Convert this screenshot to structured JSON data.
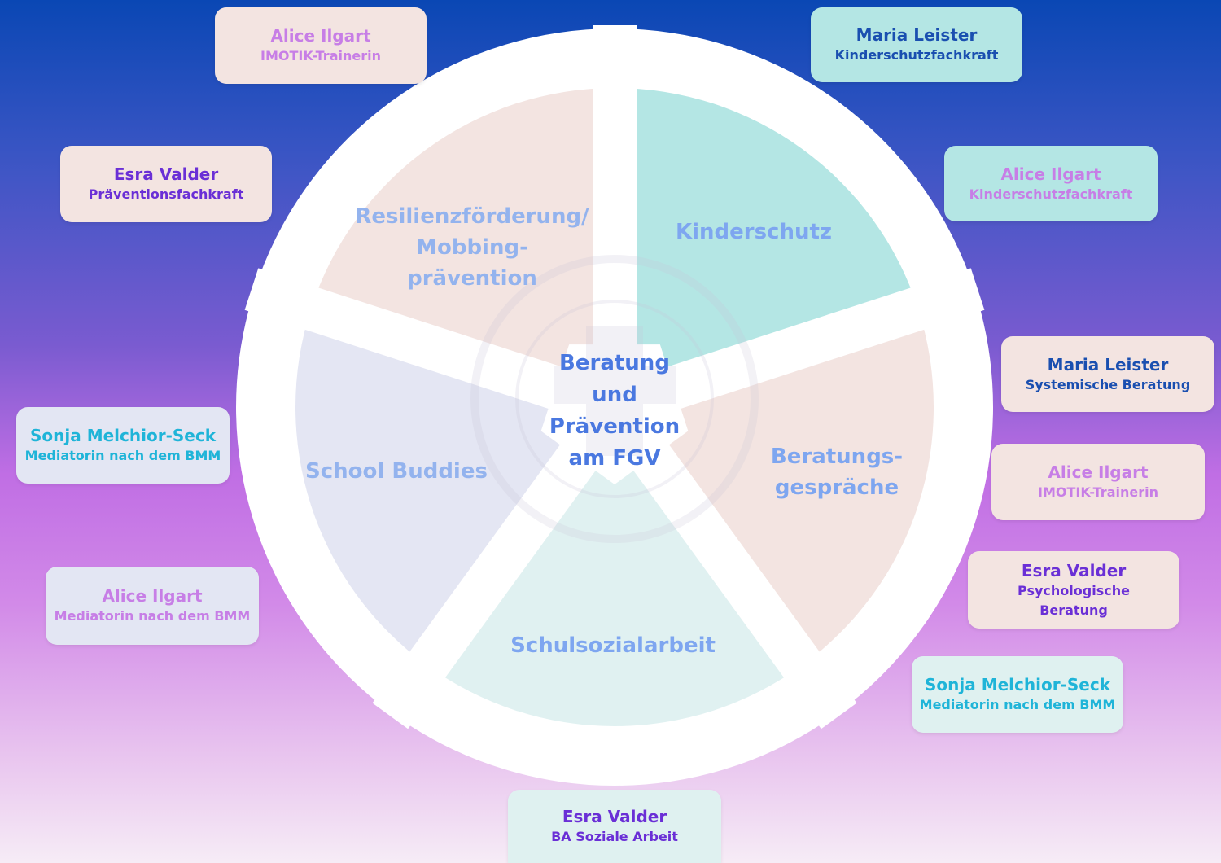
{
  "center": {
    "lines": [
      "Beratung",
      "und",
      "Prävention",
      "am FGV"
    ]
  },
  "segments": [
    {
      "key": "resilienz",
      "lines": [
        "Resilienzförderung/",
        "Mobbing-",
        "prävention"
      ],
      "fill": "#f3e4e1",
      "text_color": "#93b3ee"
    },
    {
      "key": "kinderschutz",
      "lines": [
        "Kinderschutz"
      ],
      "fill": "#b4e6e4",
      "text_color": "#7ea6f0"
    },
    {
      "key": "beratung",
      "lines": [
        "Beratungs-",
        "gespräche"
      ],
      "fill": "#f3e4e1",
      "text_color": "#7ea6f0"
    },
    {
      "key": "schulsozial",
      "lines": [
        "Schulsozialarbeit"
      ],
      "fill": "#e0f1f1",
      "text_color": "#7ea6f0"
    },
    {
      "key": "buddies",
      "lines": [
        "School Buddies"
      ],
      "fill": "#e4e6f3",
      "text_color": "#93b3ee"
    }
  ],
  "cards": [
    {
      "key": "c1",
      "name": "Alice Ilgart",
      "role": "IMOTIK-Trainerin",
      "color": "#c77ee6",
      "bg": "peach"
    },
    {
      "key": "c2",
      "name": "Maria Leister",
      "role": "Kinderschutzfachkraft",
      "color": "#1a4fb0",
      "bg": "teal"
    },
    {
      "key": "c3",
      "name": "Esra Valder",
      "role": "Präventionsfachkraft",
      "color": "#6a2fd6",
      "bg": "peach"
    },
    {
      "key": "c4",
      "name": "Alice Ilgart",
      "role": "Kinderschutzfachkraft",
      "color": "#c77ee6",
      "bg": "teal"
    },
    {
      "key": "c5",
      "name": "Maria Leister",
      "role": "Systemische Beratung",
      "color": "#1a4fb0",
      "bg": "peach"
    },
    {
      "key": "c6",
      "name": "Sonja Melchior-Seck",
      "role": "Mediatorin nach dem BMM",
      "color": "#1fb4d8",
      "bg": "lav"
    },
    {
      "key": "c7",
      "name": "Alice Ilgart",
      "role": "IMOTIK-Trainerin",
      "color": "#c77ee6",
      "bg": "peach"
    },
    {
      "key": "c8",
      "name": "Esra Valder",
      "role": "Psychologische Beratung",
      "color": "#6a2fd6",
      "bg": "peach"
    },
    {
      "key": "c9",
      "name": "Alice Ilgart",
      "role": "Mediatorin nach dem BMM",
      "color": "#c77ee6",
      "bg": "lav"
    },
    {
      "key": "c10",
      "name": "Sonja Melchior-Seck",
      "role": "Mediatorin nach dem BMM",
      "color": "#1fb4d8",
      "bg": "mint"
    },
    {
      "key": "c11",
      "name": "Esra Valder",
      "role": "BA Soziale Arbeit",
      "color": "#6a2fd6",
      "bg": "mint"
    }
  ]
}
